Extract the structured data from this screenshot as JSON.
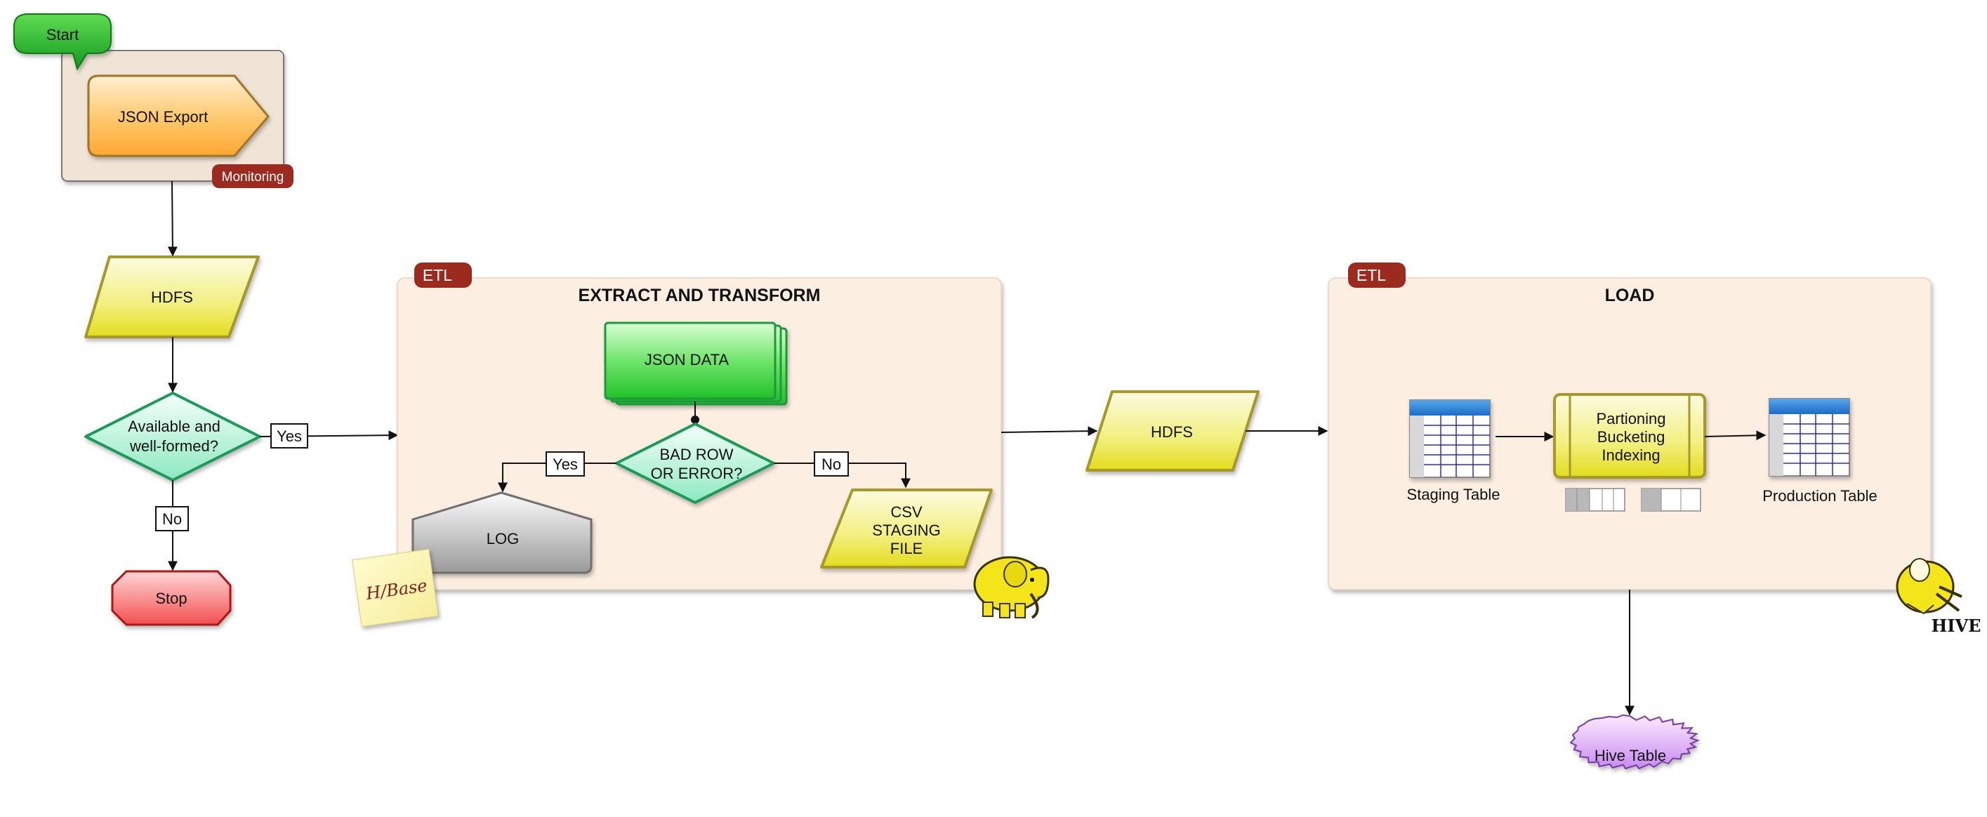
{
  "flow": {
    "start": "Start",
    "json_export": "JSON Export",
    "monitoring": "Monitoring",
    "hdfs_1": "HDFS",
    "decision_available": [
      "Available and",
      "well-formed?"
    ],
    "yes_1": "Yes",
    "no_1": "No",
    "stop": "Stop"
  },
  "extract_panel": {
    "tag": "ETL",
    "title": "EXTRACT AND TRANSFORM",
    "json_data": "JSON DATA",
    "decision_bad_row": [
      "BAD ROW",
      "OR ERROR?"
    ],
    "yes_2": "Yes",
    "no_2": "No",
    "log": "LOG",
    "csv": [
      "CSV",
      "STAGING",
      "FILE"
    ],
    "hbase_note": "H/Base"
  },
  "hdfs_2": "HDFS",
  "load_panel": {
    "tag": "ETL",
    "title": "LOAD",
    "staging_table": "Staging Table",
    "process": [
      "Partioning",
      "Bucketing",
      "Indexing"
    ],
    "production_table": "Production Table"
  },
  "hive_logo_text": "HIVE",
  "hive_table": "Hive Table",
  "colors": {
    "panel_fill": "#fcefe2",
    "tag_red": "#9c2a1e",
    "arrow": "#111111",
    "decision_green": "#1f9a5a",
    "yellow": "#e9e640",
    "orange": "#ffb347"
  }
}
